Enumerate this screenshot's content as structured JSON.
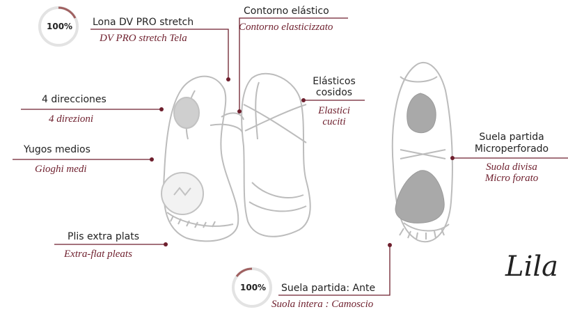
{
  "badges": [
    {
      "text": "100%"
    },
    {
      "text": "100%"
    }
  ],
  "callouts": {
    "lona": {
      "es": "Lona DV PRO stretch",
      "it": "DV PRO stretch Tela"
    },
    "contorno": {
      "es": "Contorno elástico",
      "it": "Contorno elasticizzato"
    },
    "elasticos": {
      "es_1": "Elásticos",
      "es_2": "cosidos",
      "it_1": "Elastici",
      "it_2": "cuciti"
    },
    "direcciones": {
      "es": "4 direcciones",
      "it": "4 direzioni"
    },
    "yugos": {
      "es": "Yugos medios",
      "it": "Gioghi medi"
    },
    "suela_partida": {
      "es_1": "Suela partida",
      "es_2": "Microperforado",
      "it_1": "Suola divisa",
      "it_2": "Micro forato"
    },
    "plis": {
      "es": "Plis extra plats",
      "it": "Extra-flat pleats"
    },
    "suela_ante": {
      "es": "Suela partida: Ante",
      "it": "Suola intera : Camoscio"
    }
  },
  "signature": "Lila",
  "colors": {
    "accent": "#6e1f2d",
    "line": "#6e1f2d",
    "sole": "#a9a9a9",
    "sketch": "#bcbcbc"
  }
}
